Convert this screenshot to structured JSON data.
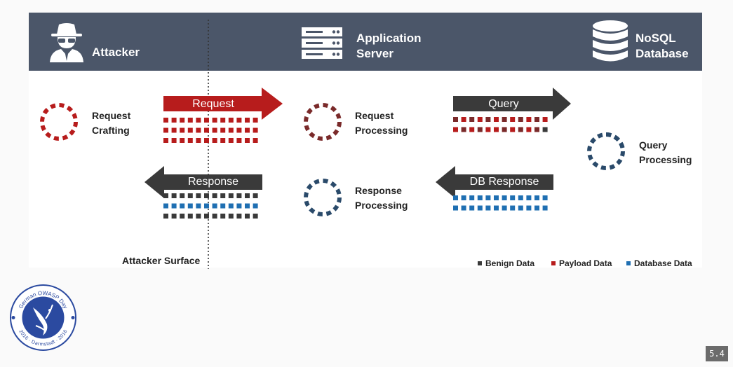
{
  "header": {
    "attacker": "Attacker",
    "app_server_line1": "Application",
    "app_server_line2": "Server",
    "db_line1": "NoSQL",
    "db_line2": "Database"
  },
  "nodes": {
    "request_crafting": [
      "Request",
      "Crafting"
    ],
    "request_processing": [
      "Request",
      "Processing"
    ],
    "response_processing": [
      "Response",
      "Processing"
    ],
    "query_processing": [
      "Query",
      "Processing"
    ]
  },
  "arrows": {
    "request": "Request",
    "query": "Query",
    "response": "Response",
    "db_response": "DB Response"
  },
  "attacker_surface": "Attacker Surface",
  "legend": [
    {
      "label": "Benign Data",
      "color": "#3a3a3a"
    },
    {
      "label": "Payload Data",
      "color": "#b71c1c"
    },
    {
      "label": "Database Data",
      "color": "#1f6fb2"
    }
  ],
  "logo": {
    "top_text": "German OWASP Day",
    "bottom_text": "2016 · Darmstadt · 2016"
  },
  "colors": {
    "header": "#4b5669",
    "payload": "#b71c1c",
    "benign": "#3a3a3a",
    "database": "#1f6fb2",
    "maroon": "#7a2a2a",
    "logo_blue": "#2b4aa0"
  },
  "page_number": "5.4"
}
